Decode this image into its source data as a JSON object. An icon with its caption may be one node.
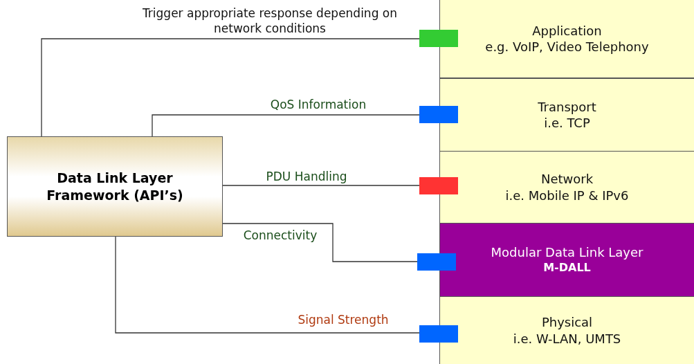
{
  "diagram": {
    "nodes": [
      {
        "text": [
          "Data Link Layer Framework (API’s)"
        ]
      },
      {
        "text": [
          "Application",
          "e.g. VoIP, Video Telephony"
        ]
      },
      {
        "text": [
          "Transport",
          "i.e. TCP"
        ]
      },
      {
        "text": [
          "Network",
          "i.e. Mobile IP & IPv6"
        ]
      },
      {
        "text": [
          "Modular Data Link Layer",
          "M-DALL"
        ]
      },
      {
        "text": [
          "Physical",
          "i.e. W-LAN, UMTS"
        ]
      },
      {
        "text": [],
        "shape": "box"
      },
      {
        "text": [],
        "shape": "box"
      },
      {
        "text": [],
        "shape": "box"
      },
      {
        "text": [],
        "shape": "box"
      },
      {
        "text": [],
        "shape": "box"
      }
    ],
    "edges": [
      {
        "from": 0,
        "to": 6,
        "arrow": "none",
        "label": "Trigger appropriate response depending on network conditions"
      },
      {
        "from": 0,
        "to": 7,
        "arrow": "none",
        "label": "QoS Information"
      },
      {
        "from": 0,
        "to": 8,
        "arrow": "none",
        "label": "PDU Handling"
      },
      {
        "from": 0,
        "to": 9,
        "arrow": "none",
        "label": "Connectivity"
      },
      {
        "from": 0,
        "to": 10,
        "arrow": "none",
        "label": "Signal Strength"
      }
    ]
  }
}
